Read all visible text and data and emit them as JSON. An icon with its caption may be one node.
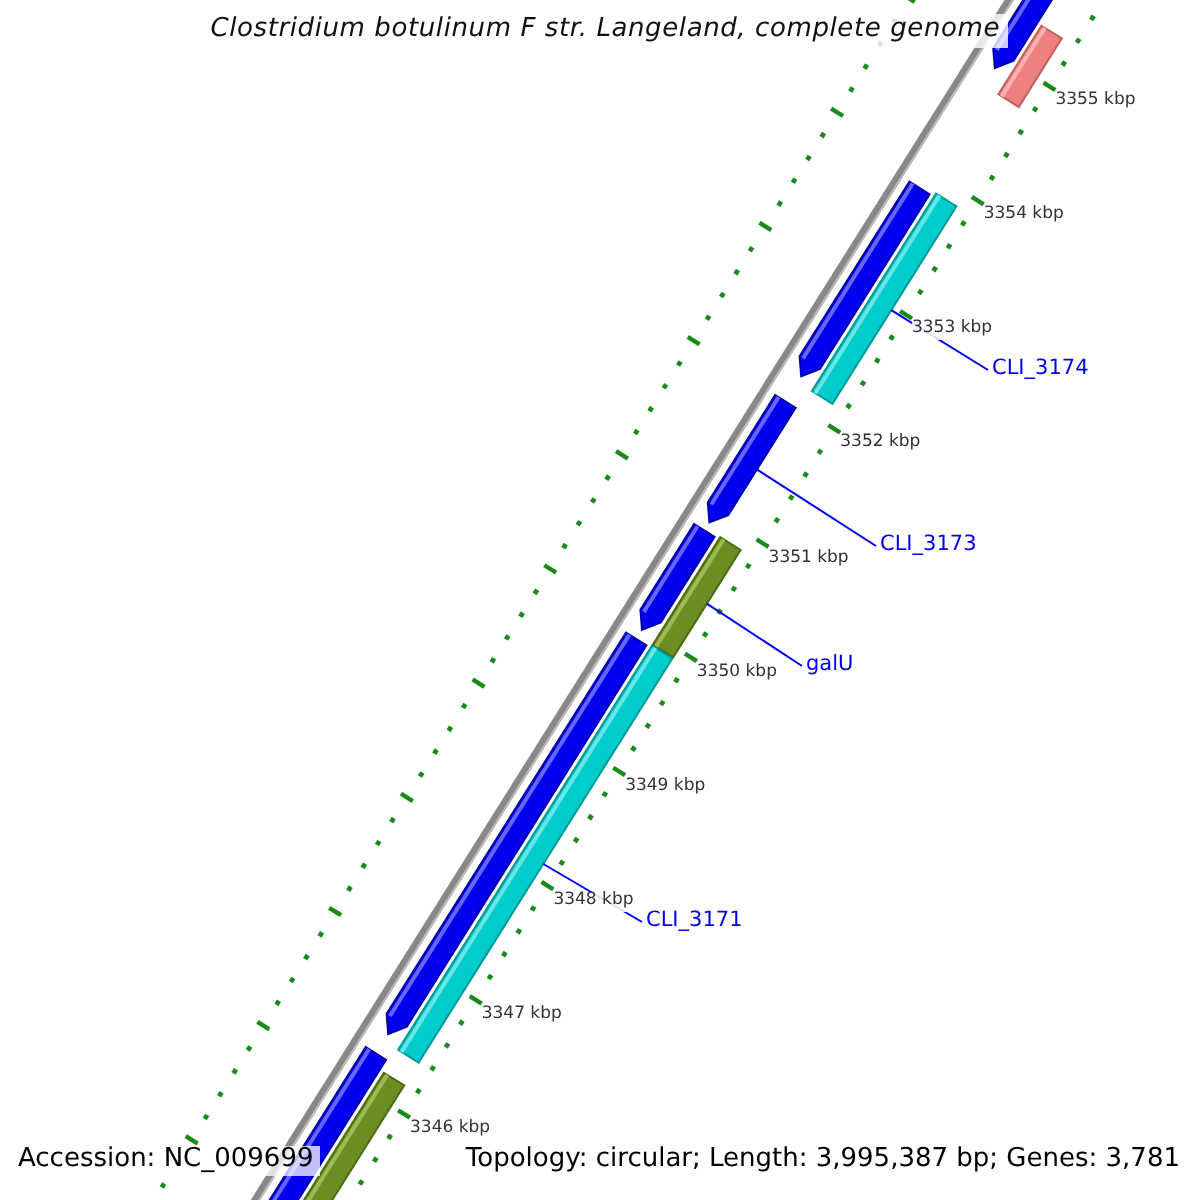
{
  "diagram": {
    "title": "Clostridium botulinum F str. Langeland, complete genome",
    "nodes": [
      {
        "text": [
          "CLI_3174"
        ]
      },
      {
        "text": [],
        "shape": "bar"
      },
      {
        "text": [
          "CLI_3173"
        ]
      },
      {
        "text": [],
        "shape": "bar"
      },
      {
        "text": [
          "galU"
        ]
      },
      {
        "text": [],
        "shape": "bar"
      },
      {
        "text": [
          "CLI_3171"
        ]
      },
      {
        "text": [],
        "shape": "bar"
      }
    ],
    "edges": [
      {
        "from": 0,
        "to": 1,
        "arrow": "none"
      },
      {
        "from": 2,
        "to": 3,
        "arrow": "none"
      },
      {
        "from": 4,
        "to": 5,
        "arrow": "none"
      },
      {
        "from": 6,
        "to": 7,
        "arrow": "none"
      }
    ],
    "labels": [
      "3355 kbp",
      "3354 kbp",
      "3353 kbp",
      "3352 kbp",
      "3351 kbp",
      "3350 kbp",
      "3349 kbp",
      "3348 kbp",
      "3347 kbp",
      "3346 kbp",
      "Accession: NC_009699",
      "Topology: circular; Length: 3,995,387 bp; Genes: 3,781"
    ]
  }
}
